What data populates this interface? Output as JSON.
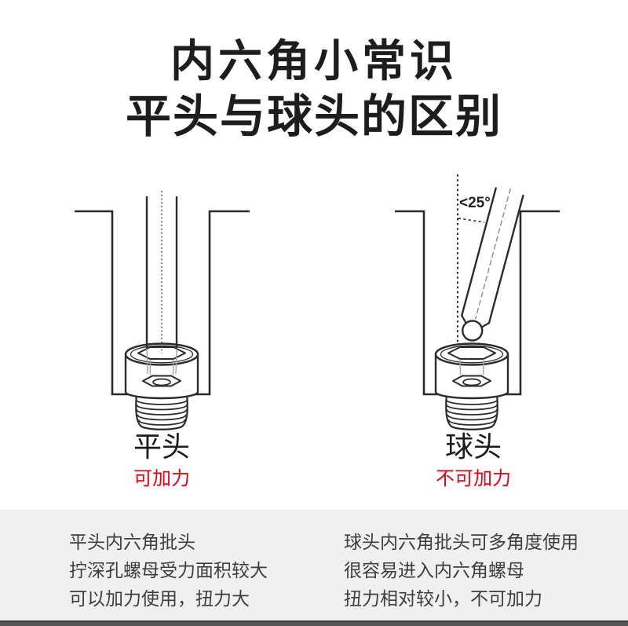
{
  "title": {
    "line1": "内六角小常识",
    "line2": "平头与球头的区别"
  },
  "diagrams": {
    "flat": {
      "label": "平头",
      "note": "可加力"
    },
    "ball": {
      "label": "球头",
      "note": "不可加力",
      "angle_label": "<25°"
    }
  },
  "descriptions": {
    "flat": {
      "lines": [
        "平头内六角批头",
        "拧深孔螺母受力面积较大",
        "可以加力使用，扭力大"
      ]
    },
    "ball": {
      "lines": [
        "球头内六角批头可多角度使用",
        "很容易进入内六角螺母",
        "扭力相对较小，不可加力"
      ]
    }
  },
  "colors": {
    "accent_red": "#e60012",
    "line_art": "#2b2b2b",
    "panel_bg": "#f0f0f0"
  }
}
